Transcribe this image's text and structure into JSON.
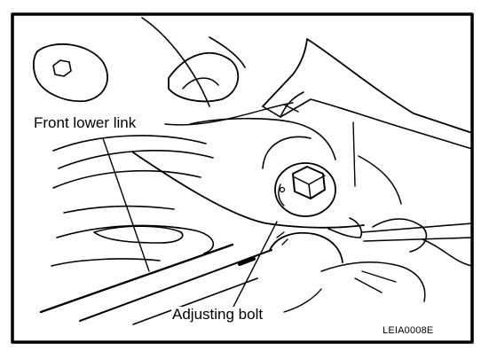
{
  "labels": {
    "front_lower_link": "Front lower link",
    "adjusting_bolt": "Adjusting bolt",
    "figure_code": "LEIA0008E"
  },
  "colors": {
    "ink": "#000000",
    "paper": "#ffffff"
  }
}
